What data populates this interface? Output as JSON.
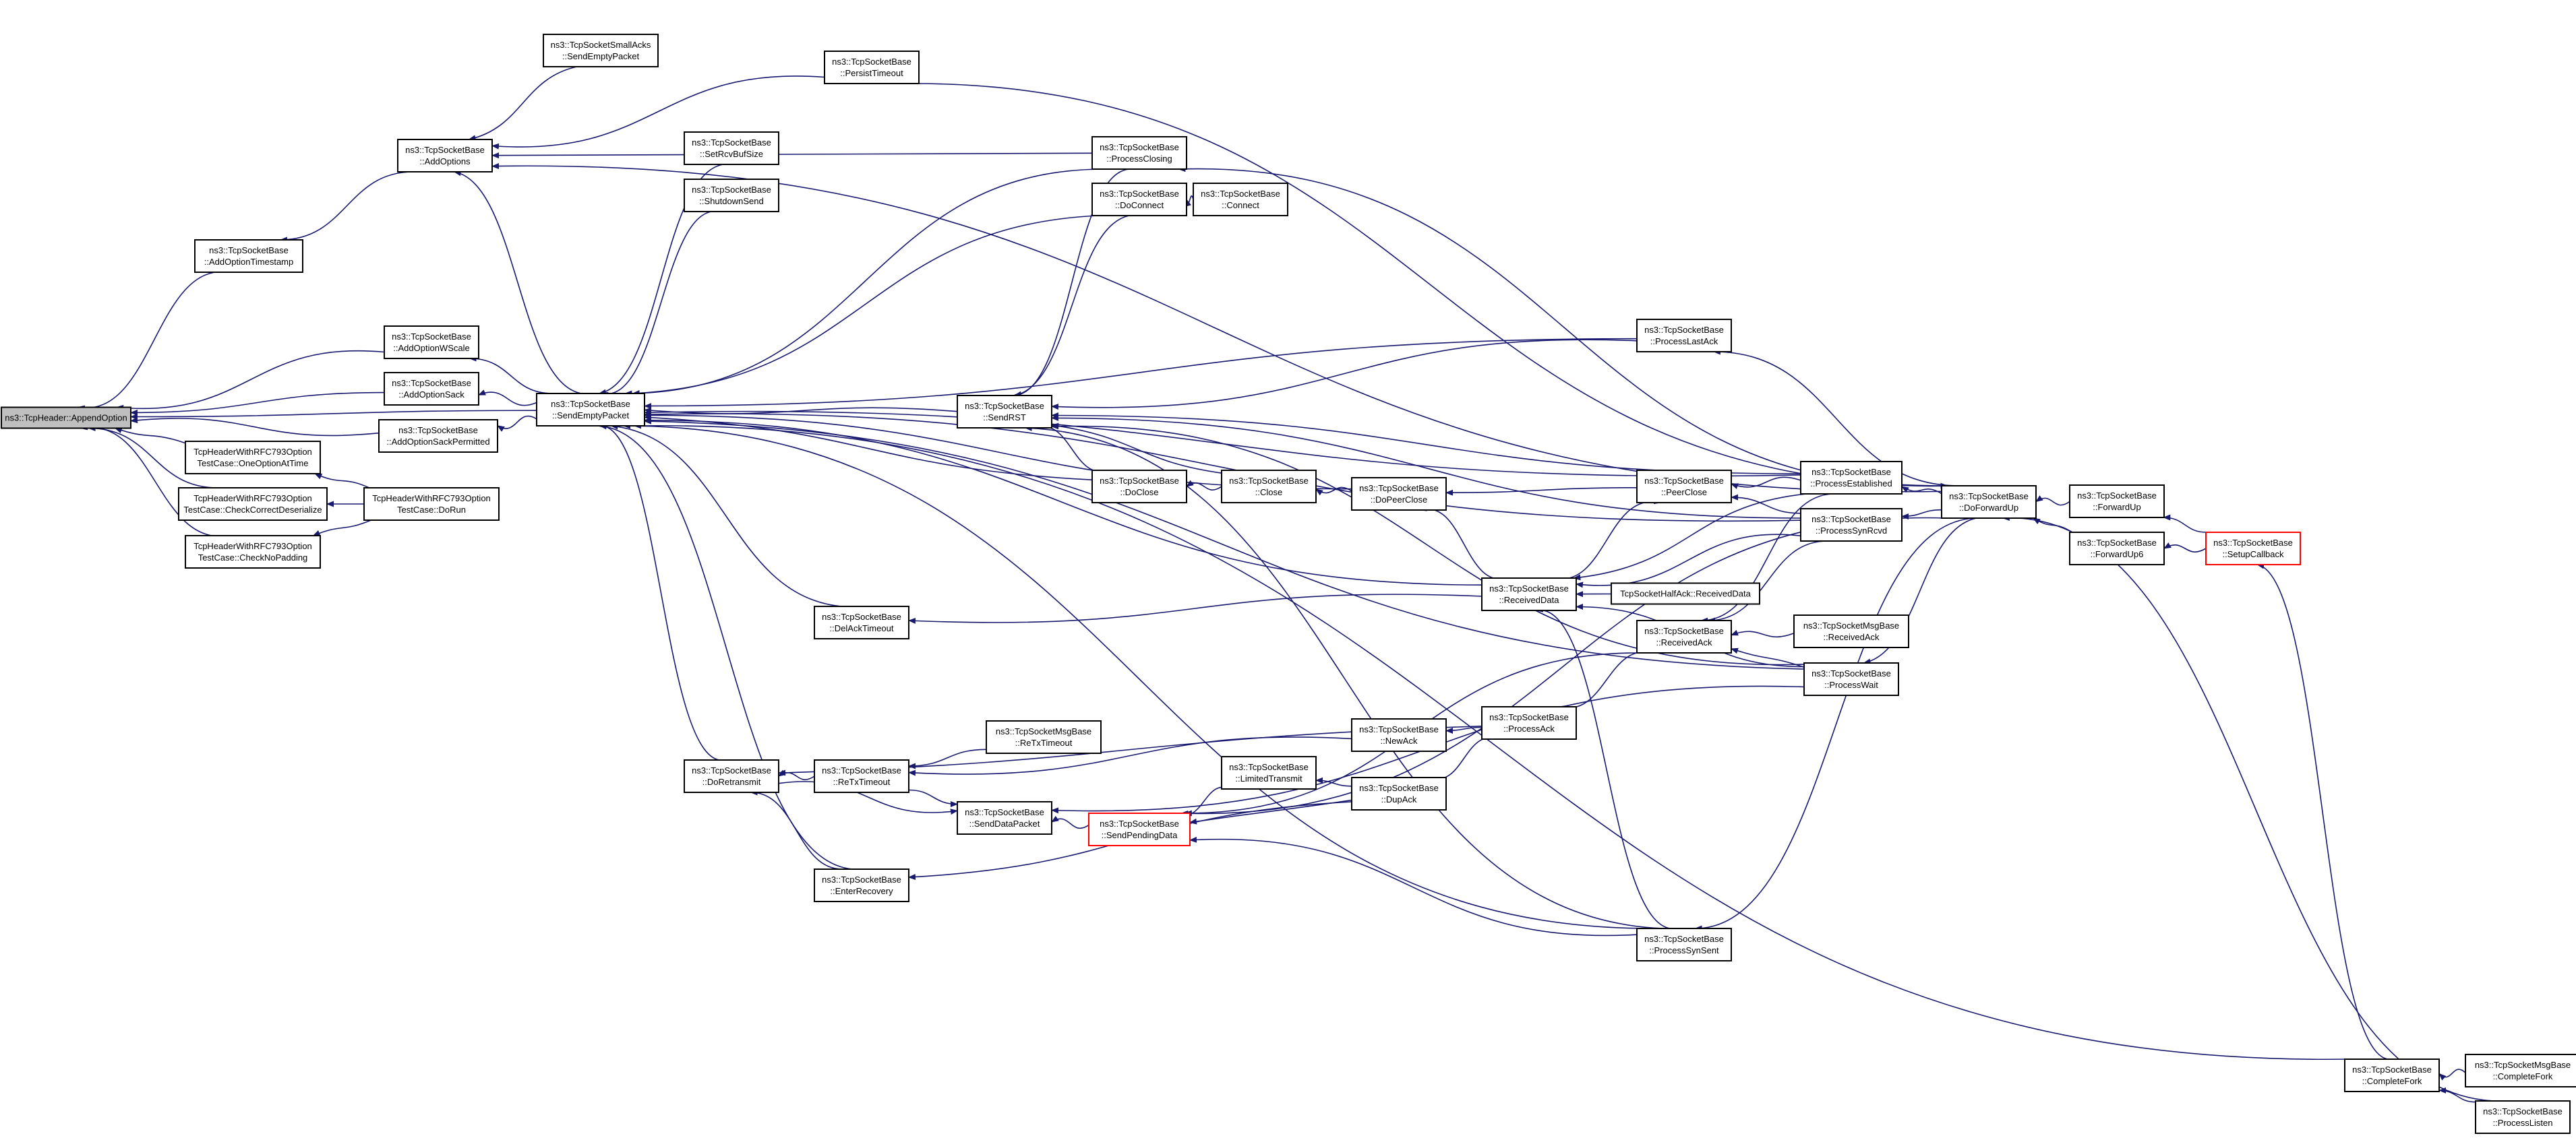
{
  "graph": {
    "title": "",
    "colors": {
      "edge": "#191970",
      "node_border": "#000000",
      "root_fill": "#bfbfbf",
      "truncated_border": "#ff0000"
    },
    "nodes": [
      {
        "id": "append",
        "lines": [
          "ns3::TcpHeader::AppendOption"
        ],
        "root": true
      },
      {
        "id": "addOptionTs",
        "lines": [
          "ns3::TcpSocketBase",
          "::AddOptionTimestamp"
        ]
      },
      {
        "id": "addOptions",
        "lines": [
          "ns3::TcpSocketBase",
          "::AddOptions"
        ]
      },
      {
        "id": "smallAcks",
        "lines": [
          "ns3::TcpSocketSmallAcks",
          "::SendEmptyPacket"
        ]
      },
      {
        "id": "persistTimeout",
        "lines": [
          "ns3::TcpSocketBase",
          "::PersistTimeout"
        ]
      },
      {
        "id": "addWScale",
        "lines": [
          "ns3::TcpSocketBase",
          "::AddOptionWScale"
        ]
      },
      {
        "id": "addSack",
        "lines": [
          "ns3::TcpSocketBase",
          "::AddOptionSack"
        ]
      },
      {
        "id": "addSackPerm",
        "lines": [
          "ns3::TcpSocketBase",
          "::AddOptionSackPermitted"
        ]
      },
      {
        "id": "oneOpt",
        "lines": [
          "TcpHeaderWithRFC793Option",
          "TestCase::OneOptionAtTime"
        ]
      },
      {
        "id": "checkDeser",
        "lines": [
          "TcpHeaderWithRFC793Option",
          "TestCase::CheckCorrectDeserialize"
        ]
      },
      {
        "id": "checkPad",
        "lines": [
          "TcpHeaderWithRFC793Option",
          "TestCase::CheckNoPadding"
        ]
      },
      {
        "id": "doRunTC",
        "lines": [
          "TcpHeaderWithRFC793Option",
          "TestCase::DoRun"
        ]
      },
      {
        "id": "sendEmpty",
        "lines": [
          "ns3::TcpSocketBase",
          "::SendEmptyPacket"
        ]
      },
      {
        "id": "setRcvBuf",
        "lines": [
          "ns3::TcpSocketBase",
          "::SetRcvBufSize"
        ]
      },
      {
        "id": "shutdownSend",
        "lines": [
          "ns3::TcpSocketBase",
          "::ShutdownSend"
        ]
      },
      {
        "id": "procClosing",
        "lines": [
          "ns3::TcpSocketBase",
          "::ProcessClosing"
        ]
      },
      {
        "id": "doConnect",
        "lines": [
          "ns3::TcpSocketBase",
          "::DoConnect"
        ]
      },
      {
        "id": "connect",
        "lines": [
          "ns3::TcpSocketBase",
          "::Connect"
        ]
      },
      {
        "id": "sendRST",
        "lines": [
          "ns3::TcpSocketBase",
          "::SendRST"
        ]
      },
      {
        "id": "procLastAck",
        "lines": [
          "ns3::TcpSocketBase",
          "::ProcessLastAck"
        ]
      },
      {
        "id": "doClose",
        "lines": [
          "ns3::TcpSocketBase",
          "::DoClose"
        ]
      },
      {
        "id": "close",
        "lines": [
          "ns3::TcpSocketBase",
          "::Close"
        ]
      },
      {
        "id": "doPeerClose",
        "lines": [
          "ns3::TcpSocketBase",
          "::DoPeerClose"
        ]
      },
      {
        "id": "peerClose",
        "lines": [
          "ns3::TcpSocketBase",
          "::PeerClose"
        ]
      },
      {
        "id": "procEstablished",
        "lines": [
          "ns3::TcpSocketBase",
          "::ProcessEstablished"
        ]
      },
      {
        "id": "procSynRcvd",
        "lines": [
          "ns3::TcpSocketBase",
          "::ProcessSynRcvd"
        ]
      },
      {
        "id": "doForwardUp",
        "lines": [
          "ns3::TcpSocketBase",
          "::DoForwardUp"
        ]
      },
      {
        "id": "forwardUp",
        "lines": [
          "ns3::TcpSocketBase",
          "::ForwardUp"
        ]
      },
      {
        "id": "forwardUp6",
        "lines": [
          "ns3::TcpSocketBase",
          "::ForwardUp6"
        ]
      },
      {
        "id": "setupCallback",
        "lines": [
          "ns3::TcpSocketBase",
          "::SetupCallback"
        ],
        "truncated": true
      },
      {
        "id": "receivedData",
        "lines": [
          "ns3::TcpSocketBase",
          "::ReceivedData"
        ]
      },
      {
        "id": "halfAckRecv",
        "lines": [
          "TcpSocketHalfAck::ReceivedData"
        ]
      },
      {
        "id": "delAckTimeout",
        "lines": [
          "ns3::TcpSocketBase",
          "::DelAckTimeout"
        ]
      },
      {
        "id": "receivedAck",
        "lines": [
          "ns3::TcpSocketBase",
          "::ReceivedAck"
        ]
      },
      {
        "id": "msgRecvAck",
        "lines": [
          "ns3::TcpSocketMsgBase",
          "::ReceivedAck"
        ]
      },
      {
        "id": "procWait",
        "lines": [
          "ns3::TcpSocketBase",
          "::ProcessWait"
        ]
      },
      {
        "id": "procAck",
        "lines": [
          "ns3::TcpSocketBase",
          "::ProcessAck"
        ]
      },
      {
        "id": "newAck",
        "lines": [
          "ns3::TcpSocketBase",
          "::NewAck"
        ]
      },
      {
        "id": "msgReTx",
        "lines": [
          "ns3::TcpSocketMsgBase",
          "::ReTxTimeout"
        ]
      },
      {
        "id": "doRetransmit",
        "lines": [
          "ns3::TcpSocketBase",
          "::DoRetransmit"
        ]
      },
      {
        "id": "reTxTimeout",
        "lines": [
          "ns3::TcpSocketBase",
          "::ReTxTimeout"
        ]
      },
      {
        "id": "limitedTx",
        "lines": [
          "ns3::TcpSocketBase",
          "::LimitedTransmit"
        ]
      },
      {
        "id": "sendDataPacket",
        "lines": [
          "ns3::TcpSocketBase",
          "::SendDataPacket"
        ]
      },
      {
        "id": "sendPending",
        "lines": [
          "ns3::TcpSocketBase",
          "::SendPendingData"
        ],
        "truncated": true
      },
      {
        "id": "dupAck",
        "lines": [
          "ns3::TcpSocketBase",
          "::DupAck"
        ]
      },
      {
        "id": "enterRecovery",
        "lines": [
          "ns3::TcpSocketBase",
          "::EnterRecovery"
        ]
      },
      {
        "id": "procSynSent",
        "lines": [
          "ns3::TcpSocketBase",
          "::ProcessSynSent"
        ]
      },
      {
        "id": "completeFork",
        "lines": [
          "ns3::TcpSocketBase",
          "::CompleteFork"
        ]
      },
      {
        "id": "msgCompleteFork",
        "lines": [
          "ns3::TcpSocketMsgBase",
          "::CompleteFork"
        ]
      },
      {
        "id": "procListen",
        "lines": [
          "ns3::TcpSocketBase",
          "::ProcessListen"
        ]
      }
    ],
    "edges": [
      [
        "addOptionTs",
        "append"
      ],
      [
        "addOptions",
        "addOptionTs"
      ],
      [
        "smallAcks",
        "addOptions"
      ],
      [
        "persistTimeout",
        "addOptions"
      ],
      [
        "procClosing",
        "addOptions"
      ],
      [
        "doForwardUp",
        "addOptions"
      ],
      [
        "addWScale",
        "append"
      ],
      [
        "addSack",
        "append"
      ],
      [
        "addSackPerm",
        "append"
      ],
      [
        "oneOpt",
        "append"
      ],
      [
        "checkDeser",
        "append"
      ],
      [
        "checkPad",
        "append"
      ],
      [
        "doRunTC",
        "oneOpt"
      ],
      [
        "doRunTC",
        "checkDeser"
      ],
      [
        "doRunTC",
        "checkPad"
      ],
      [
        "sendEmpty",
        "addOptions"
      ],
      [
        "sendEmpty",
        "addWScale"
      ],
      [
        "sendEmpty",
        "addSack"
      ],
      [
        "sendEmpty",
        "addSackPerm"
      ],
      [
        "sendEmpty",
        "append"
      ],
      [
        "setRcvBuf",
        "sendEmpty"
      ],
      [
        "shutdownSend",
        "sendEmpty"
      ],
      [
        "procClosing",
        "sendEmpty"
      ],
      [
        "doConnect",
        "sendEmpty"
      ],
      [
        "sendRST",
        "sendEmpty"
      ],
      [
        "procLastAck",
        "sendEmpty"
      ],
      [
        "procEstablished",
        "sendEmpty"
      ],
      [
        "doClose",
        "sendEmpty"
      ],
      [
        "doPeerClose",
        "sendEmpty"
      ],
      [
        "procSynRcvd",
        "sendEmpty"
      ],
      [
        "delAckTimeout",
        "sendEmpty"
      ],
      [
        "receivedData",
        "sendEmpty"
      ],
      [
        "doRetransmit",
        "sendEmpty"
      ],
      [
        "enterRecovery",
        "sendEmpty"
      ],
      [
        "procSynSent",
        "sendEmpty"
      ],
      [
        "completeFork",
        "sendEmpty"
      ],
      [
        "procWait",
        "sendEmpty"
      ],
      [
        "persistTimeout",
        "doForwardUp"
      ],
      [
        "doForwardUp",
        "procClosing"
      ],
      [
        "connect",
        "doConnect"
      ],
      [
        "procClosing",
        "sendRST"
      ],
      [
        "doConnect",
        "sendRST"
      ],
      [
        "procLastAck",
        "sendRST"
      ],
      [
        "procEstablished",
        "sendRST"
      ],
      [
        "doClose",
        "sendRST"
      ],
      [
        "close",
        "sendRST"
      ],
      [
        "procSynRcvd",
        "sendRST"
      ],
      [
        "procWait",
        "sendRST"
      ],
      [
        "procSynSent",
        "sendRST"
      ],
      [
        "doForwardUp",
        "procLastAck"
      ],
      [
        "close",
        "doClose"
      ],
      [
        "doPeerClose",
        "close"
      ],
      [
        "peerClose",
        "doPeerClose"
      ],
      [
        "receivedData",
        "doPeerClose"
      ],
      [
        "procEstablished",
        "peerClose"
      ],
      [
        "procSynRcvd",
        "peerClose"
      ],
      [
        "receivedData",
        "peerClose"
      ],
      [
        "doForwardUp",
        "procEstablished"
      ],
      [
        "doForwardUp",
        "procSynRcvd"
      ],
      [
        "forwardUp",
        "doForwardUp"
      ],
      [
        "forwardUp6",
        "doForwardUp"
      ],
      [
        "setupCallback",
        "forwardUp"
      ],
      [
        "setupCallback",
        "forwardUp6"
      ],
      [
        "completeFork",
        "setupCallback"
      ],
      [
        "halfAckRecv",
        "receivedData"
      ],
      [
        "procEstablished",
        "receivedData"
      ],
      [
        "procSynRcvd",
        "receivedData"
      ],
      [
        "procWait",
        "receivedData"
      ],
      [
        "procSynSent",
        "receivedData"
      ],
      [
        "receivedData",
        "delAckTimeout"
      ],
      [
        "procEstablished",
        "receivedAck"
      ],
      [
        "msgRecvAck",
        "receivedAck"
      ],
      [
        "procWait",
        "receivedAck"
      ],
      [
        "procSynRcvd",
        "receivedAck"
      ],
      [
        "doForwardUp",
        "procWait"
      ],
      [
        "receivedAck",
        "procAck"
      ],
      [
        "procAck",
        "newAck"
      ],
      [
        "procAck",
        "doRetransmit"
      ],
      [
        "newAck",
        "reTxTimeout"
      ],
      [
        "msgReTx",
        "reTxTimeout"
      ],
      [
        "reTxTimeout",
        "doRetransmit"
      ],
      [
        "doRetransmit",
        "sendDataPacket"
      ],
      [
        "reTxTimeout",
        "sendDataPacket"
      ],
      [
        "sendPending",
        "sendDataPacket"
      ],
      [
        "limitedTx",
        "sendPending"
      ],
      [
        "dupAck",
        "limitedTx"
      ],
      [
        "dupAck",
        "sendPending"
      ],
      [
        "procAck",
        "dupAck"
      ],
      [
        "receivedAck",
        "sendPending"
      ],
      [
        "procSynSent",
        "sendPending"
      ],
      [
        "doForwardUp",
        "sendPending"
      ],
      [
        "enterRecovery",
        "doRetransmit"
      ],
      [
        "dupAck",
        "enterRecovery"
      ],
      [
        "procWait",
        "sendDataPacket"
      ],
      [
        "doForwardUp",
        "procSynSent"
      ],
      [
        "procListen",
        "doForwardUp"
      ],
      [
        "msgCompleteFork",
        "completeFork"
      ],
      [
        "procListen",
        "completeFork"
      ]
    ]
  }
}
